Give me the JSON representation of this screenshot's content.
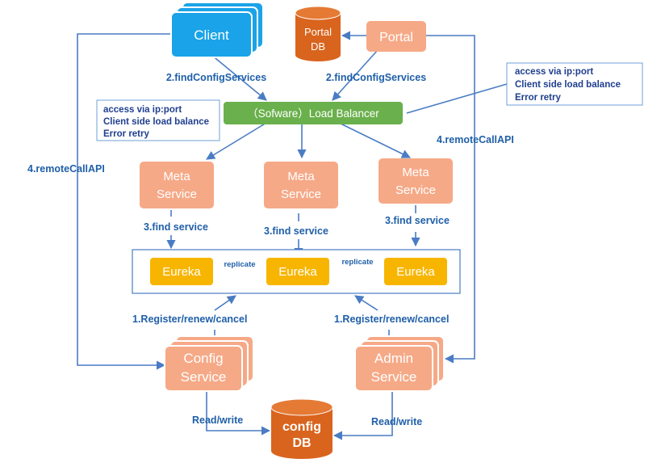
{
  "nodes": {
    "client": "Client",
    "portal": "Portal",
    "portal_db": [
      "Portal",
      "DB"
    ],
    "load_balancer": "（Sofware）Load Balancer",
    "meta_service": [
      "Meta",
      "Service"
    ],
    "eureka": "Eureka",
    "config_service": [
      "Config",
      "Service"
    ],
    "admin_service": [
      "Admin",
      "Service"
    ],
    "config_db": [
      "config",
      "DB"
    ]
  },
  "edge_labels": {
    "find_config_services": "2.findConfigServices",
    "remote_call_api": "4.remoteCallAPI",
    "find_service": "3.find service",
    "replicate": "replicate",
    "register": "1.Register/renew/cancel",
    "read_write": "Read/write"
  },
  "notes": {
    "lines": [
      "access via ip:port",
      "Client side load balance",
      "Error retry"
    ]
  },
  "colors": {
    "client": "#1aa3e8",
    "service_box": "#f6a987",
    "load_balancer": "#6ab04c",
    "eureka": "#f7b500",
    "db": "#d9641e",
    "edge": "#4a7cc4",
    "label": "#1f5fa8"
  }
}
